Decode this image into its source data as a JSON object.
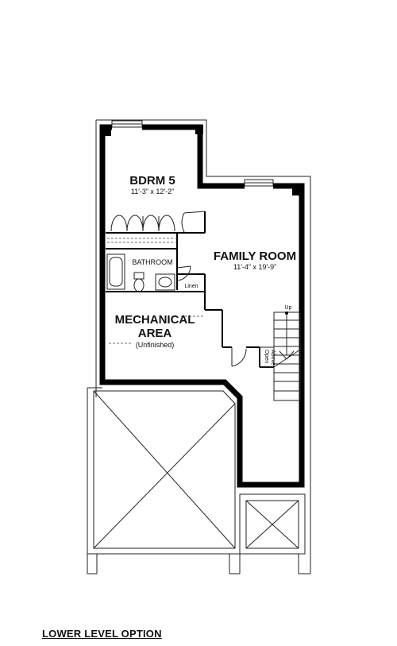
{
  "plan": {
    "rooms": {
      "bedroom": {
        "name": "BDRM 5",
        "dimensions": "11′-3” x 12′-2”"
      },
      "family_room": {
        "name": "FAMILY ROOM",
        "dimensions": "11′-4” x 19′-9”"
      },
      "bathroom": {
        "name": "BATHROOM"
      },
      "linen": {
        "name": "Linen"
      },
      "mechanical": {
        "name_line1": "MECHANICAL",
        "name_line2": "AREA",
        "note": "(Unfinished)"
      }
    },
    "stair": {
      "up_label": "Up",
      "open_above_line1": "Open",
      "open_above_line2": "Above"
    },
    "caption": "LOWER LEVEL OPTION"
  }
}
